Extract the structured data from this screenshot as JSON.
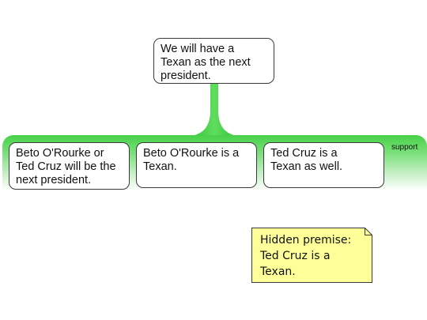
{
  "claim": {
    "text": "We will have a\nTexan as the next\npresident."
  },
  "support_group": {
    "label": "support",
    "premises": [
      {
        "text": "Beto O'Rourke or\nTed Cruz will be the\nnext president."
      },
      {
        "text": "Beto O'Rourke is a\nTexan."
      },
      {
        "text": "Ted Cruz is a\nTexan as well."
      }
    ]
  },
  "hidden_premise": {
    "text": "Hidden premise:\nTed Cruz is a\nTexan."
  },
  "colors": {
    "support_green": "#47d147",
    "note_fill": "#ffff99",
    "border": "#3a3a3a"
  }
}
